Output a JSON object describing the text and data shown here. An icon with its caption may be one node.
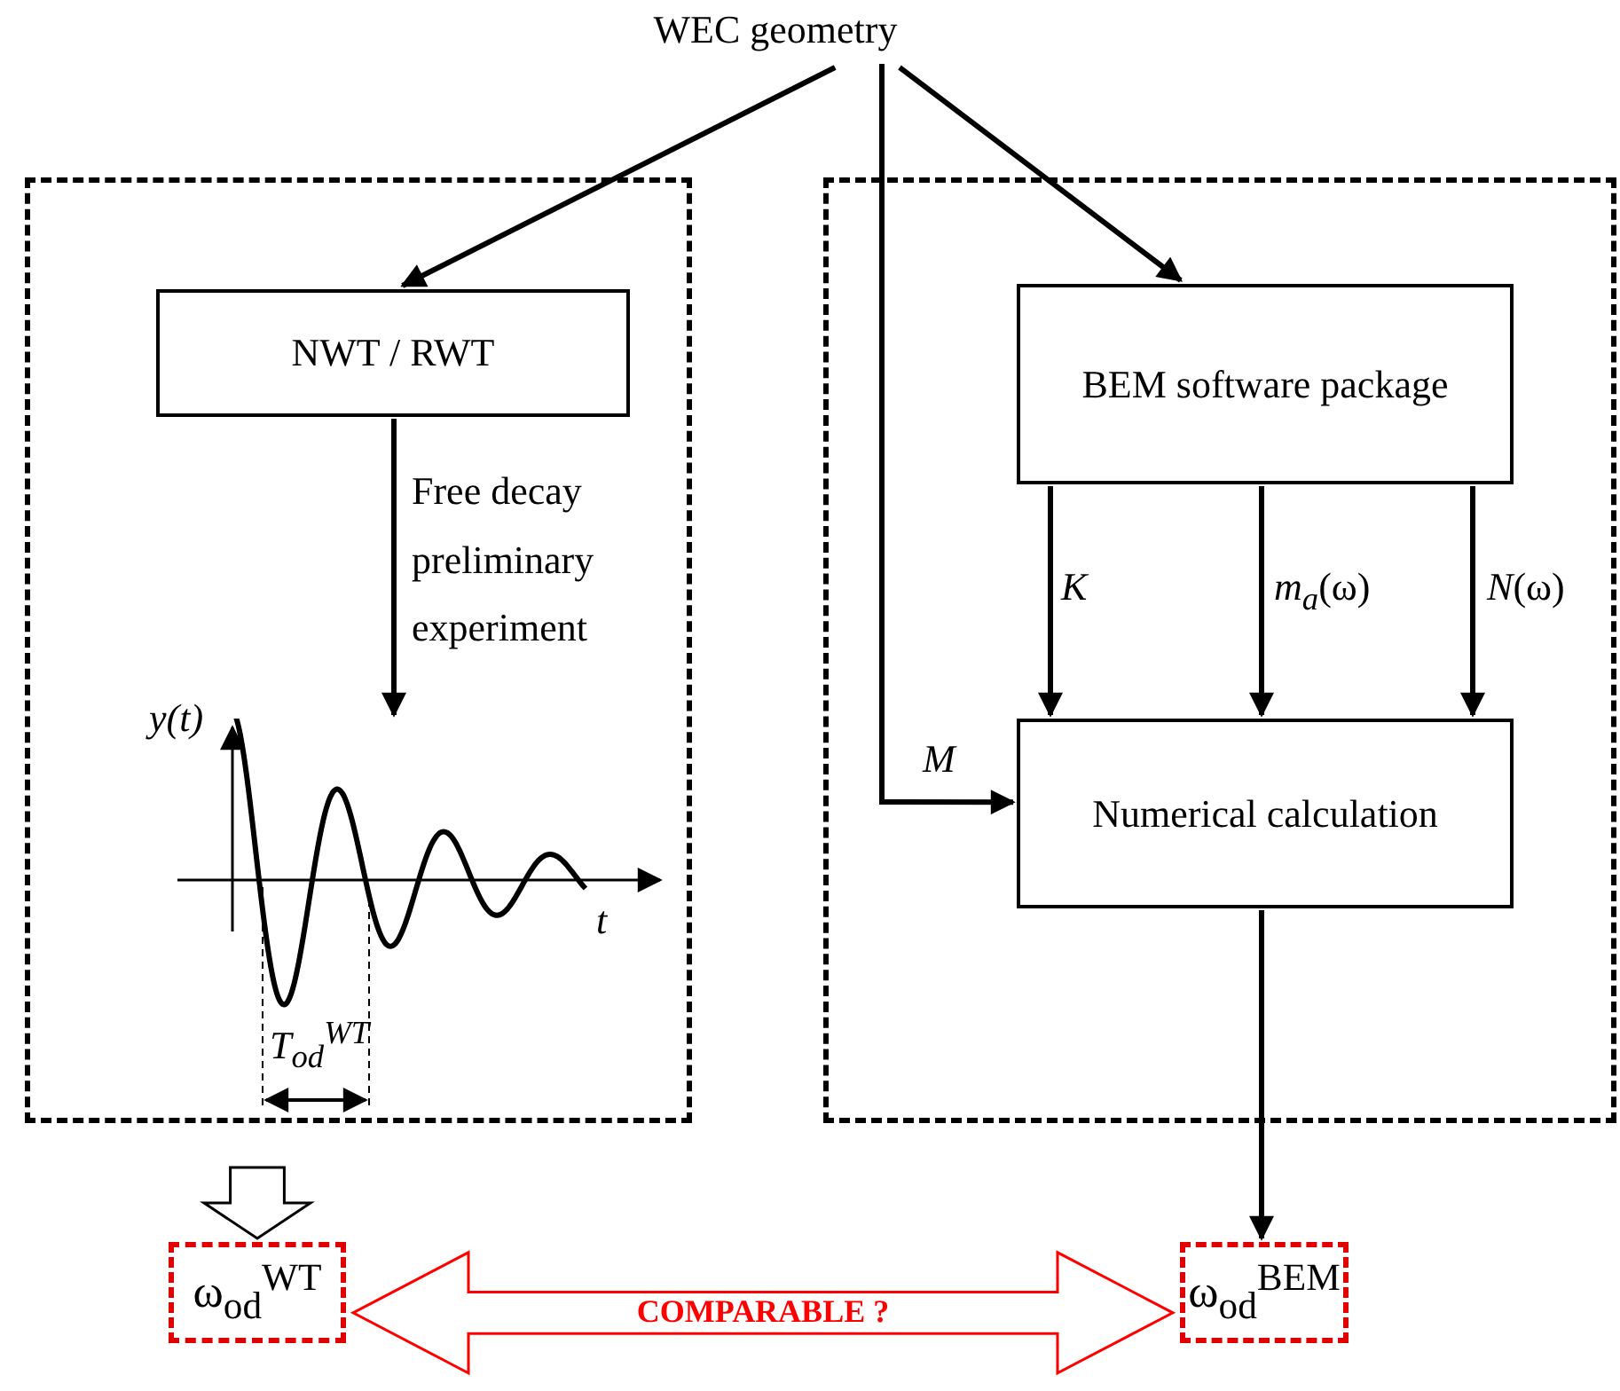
{
  "diagram": {
    "nodes": [
      {
        "text": [
          "WEC geometry"
        ]
      },
      {
        "text": [],
        "shape": "box"
      },
      {
        "text": [],
        "shape": "box"
      },
      {
        "text": [
          "NWT / RWT"
        ],
        "in": 1
      },
      {
        "text": [],
        "shape": "picture",
        "in": 1
      },
      {
        "text": [
          "BEM software package"
        ],
        "in": 2
      },
      {
        "text": [
          "Numerical calculation"
        ],
        "in": 2
      },
      {
        "text": [
          "ω$_{od}$$^{WT}$"
        ]
      },
      {
        "text": [
          "ω$_{od}$$^{BEM}$"
        ]
      }
    ],
    "edges": [
      {
        "from": 0,
        "to": 3,
        "arrow": "to"
      },
      {
        "from": 0,
        "to": 5,
        "arrow": "to"
      },
      {
        "from": 0,
        "to": 6,
        "arrow": "to",
        "label": "*M*"
      },
      {
        "from": 3,
        "to": 4,
        "arrow": "to",
        "label": "Free decay preliminary experiment"
      },
      {
        "from": 5,
        "to": 6,
        "arrow": "to",
        "label": "*K*"
      },
      {
        "from": 5,
        "to": 6,
        "arrow": "to",
        "label": "*m*$_{a}$(ω)"
      },
      {
        "from": 5,
        "to": 6,
        "arrow": "to",
        "label": "*N*(ω)"
      },
      {
        "from": 6,
        "to": 8,
        "arrow": "to"
      },
      {
        "from": 1,
        "to": 7,
        "arrow": "to",
        "style": "thick"
      },
      {
        "from": 7,
        "to": 8,
        "arrow": "both",
        "label": "COMPARABLE ?",
        "style": "thick",
        "color": "#ff0000"
      }
    ],
    "labels": [
      "y(t)",
      "t",
      "T$_{od}$$^{WT}$"
    ]
  }
}
